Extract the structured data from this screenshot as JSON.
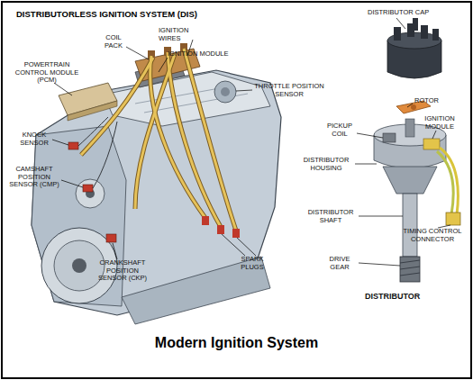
{
  "diagram": {
    "title": "DISTRIBUTORLESS IGNITION SYSTEM (DIS)",
    "caption": "Modern Ignition System",
    "labels": [
      "POWERTRAIN CONTROL MODULE (PCM)",
      "COIL PACK",
      "IGNITION WIRES",
      "IGNITION MODULE",
      "THROTTLE POSITION SENSOR",
      "KNOCK SENSOR",
      "CAMSHAFT POSITION SENSOR (CMP)",
      "CRANKSHAFT POSITION SENSOR (CKP)",
      "SPARK PLUGS",
      "DISTRIBUTOR CAP",
      "ROTOR",
      "PICKUP COIL",
      "IGNITION MODULE",
      "DISTRIBUTOR HOUSING",
      "DISTRIBUTOR SHAFT",
      "TIMING CONTROL CONNECTOR",
      "DRIVE GEAR",
      "DISTRIBUTOR"
    ]
  }
}
